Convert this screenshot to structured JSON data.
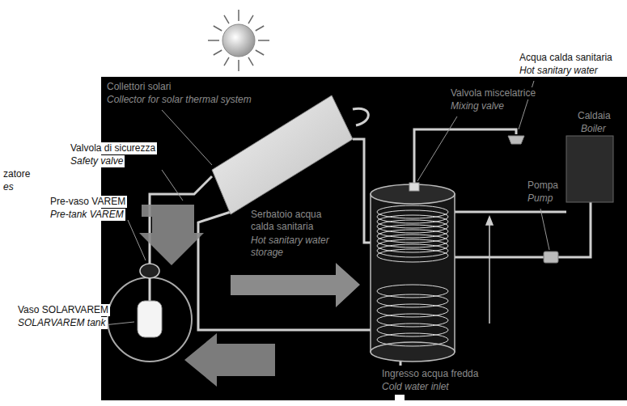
{
  "diagram": {
    "labels": [
      "Acqua calda sanitaria",
      "Hot sanitary water",
      "Collettori solari",
      "Collector for solar thermal system",
      "Valvola miscelatrice",
      "Mixing valve",
      "Caldaia",
      "Boiler",
      "Valvola di sicurezza",
      "Safety valve",
      "zatore",
      "es",
      "Pre-vaso VAREM",
      "Pre-tank VAREM",
      "Serbatoio acqua calda sanitaria",
      "Hot sanitary water storage",
      "Pompa",
      "Pump",
      "Vaso SOLARVAREM",
      "SOLARVAREM tank",
      "Ingresso acqua fredda",
      "Cold water inlet"
    ]
  }
}
